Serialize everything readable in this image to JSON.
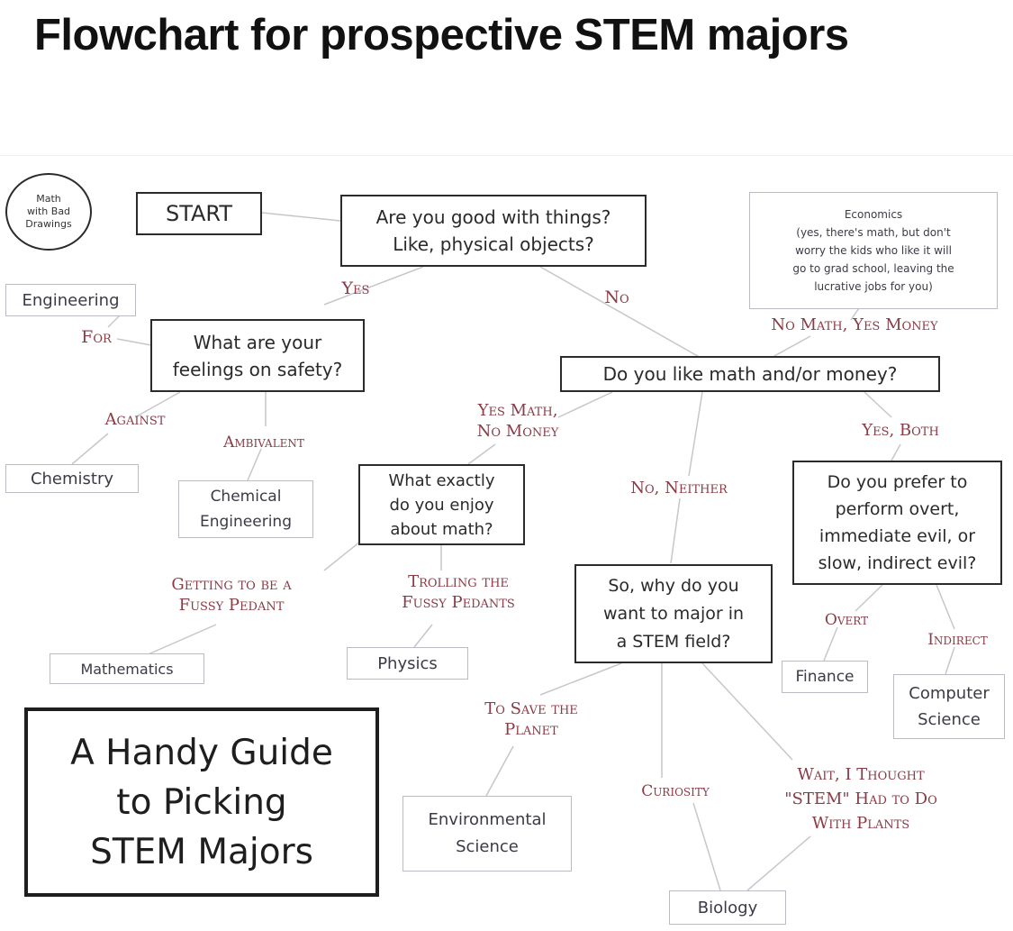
{
  "page_title": "Flowchart for prospective STEM majors",
  "logo_text": "Math\nwith Bad\nDrawings",
  "guide_text": "A Handy Guide\nto Picking\nSTEM Majors",
  "nodes": {
    "start": "START",
    "q_things": "Are you good with things?\nLike, physical objects?",
    "q_safety": "What are your\nfeelings on safety?",
    "q_math_money": "Do you like math and/or money?",
    "q_enjoy_math": "What exactly\ndo you enjoy\nabout math?",
    "q_why_stem": "So, why do you\nwant to major in\na STEM field?",
    "q_evil": "Do you prefer to\nperform overt,\nimmediate evil, or\nslow, indirect evil?"
  },
  "results": {
    "economics": "Economics\n(yes, there's math, but don't\nworry the kids who like it will\ngo to grad school, leaving the\nlucrative jobs for you)",
    "engineering": "Engineering",
    "chemistry": "Chemistry",
    "chemical_engineering": "Chemical\nEngineering",
    "mathematics": "Mathematics",
    "physics": "Physics",
    "finance": "Finance",
    "computer_science": "Computer\nScience",
    "environmental_science": "Environmental\nScience",
    "biology": "Biology"
  },
  "edges": {
    "yes": "Yes",
    "no": "No",
    "for": "For",
    "against": "Against",
    "ambivalent": "Ambivalent",
    "no_math_yes_money": "No Math, Yes Money",
    "yes_math_no_money": "Yes Math,\nNo Money",
    "no_neither": "No, Neither",
    "yes_both": "Yes, Both",
    "fussy_pedant": "Getting to be a\nFussy Pedant",
    "trolling_pedants": "Trolling the\nFussy Pedants",
    "overt": "Overt",
    "indirect": "Indirect",
    "save_planet": "To Save the\nPlanet",
    "curiosity": "Curiosity",
    "plants": "Wait, I Thought\n\"STEM\" Had to Do\nWith Plants"
  },
  "colors": {
    "edge_label": "#8a3b45",
    "question_border": "#2b2b2b",
    "result_border": "#b9bcc3"
  }
}
